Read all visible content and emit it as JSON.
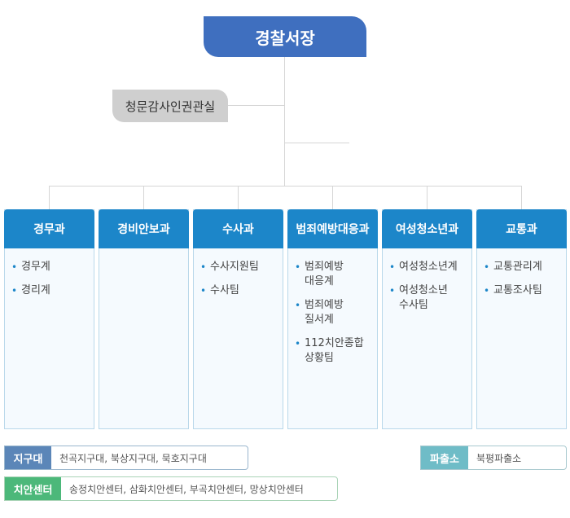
{
  "chief": {
    "title": "경찰서장"
  },
  "staff_office": {
    "title": "청문감사인권관실"
  },
  "departments": [
    {
      "title": "경무과",
      "items": [
        "경무계",
        "경리계"
      ]
    },
    {
      "title": "경비안보과",
      "items": []
    },
    {
      "title": "수사과",
      "items": [
        "수사지원팀",
        "수사팀"
      ]
    },
    {
      "title": "범죄예방대응과",
      "items": [
        "범죄예방\n대응계",
        "범죄예방\n질서계",
        "112치안종합\n상황팀"
      ]
    },
    {
      "title": "여성청소년과",
      "items": [
        "여성청소년계",
        "여성청소년\n수사팀"
      ]
    },
    {
      "title": "교통과",
      "items": [
        "교통관리계",
        "교통조사팀"
      ]
    }
  ],
  "footer": {
    "jigudae": {
      "label": "지구대",
      "text": "천곡지구대, 북상지구대, 묵호지구대",
      "color": "#5b86b8"
    },
    "chulso": {
      "label": "파출소",
      "text": "북평파출소",
      "color": "#6fbcc7"
    },
    "chian": {
      "label": "치안센터",
      "text": "송정치안센터, 삼화치안센터, 부곡치안센터, 망상치안센터",
      "color": "#4cb87a"
    }
  },
  "colors": {
    "chief_bg": "#3f6fbf",
    "dept_head_bg": "#1c86c9",
    "staff_bg": "#cfcfcf",
    "line": "#d6d6d6"
  }
}
